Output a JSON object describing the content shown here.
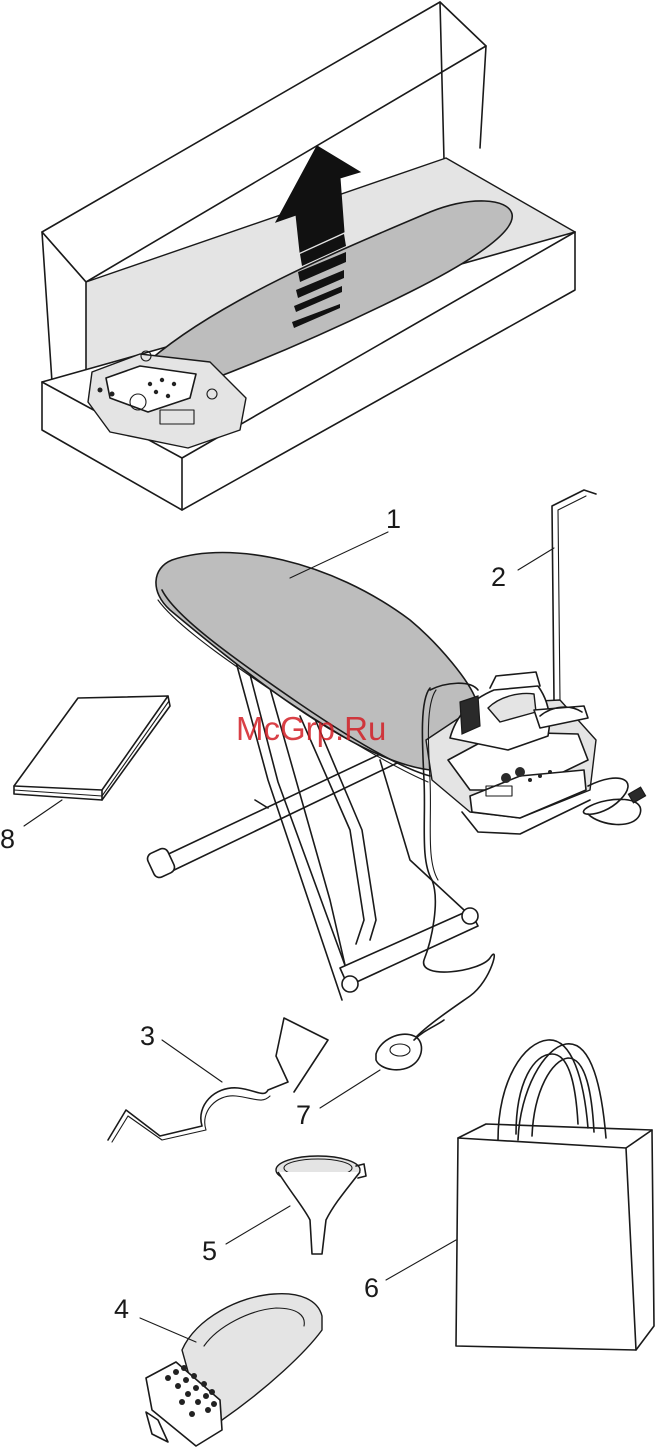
{
  "watermark": {
    "text": "McGrp.Ru",
    "color": "#d21f26"
  },
  "callouts": [
    {
      "id": "1",
      "label": "1"
    },
    {
      "id": "2",
      "label": "2"
    },
    {
      "id": "3",
      "label": "3"
    },
    {
      "id": "4",
      "label": "4"
    },
    {
      "id": "5",
      "label": "5"
    },
    {
      "id": "6",
      "label": "6"
    },
    {
      "id": "7",
      "label": "7"
    },
    {
      "id": "8",
      "label": "8"
    }
  ],
  "icons": [
    "up-arrow-icon"
  ],
  "colors": {
    "board_cover": "#bdbdbd",
    "line": "#1a1a1a",
    "background": "#ffffff"
  }
}
